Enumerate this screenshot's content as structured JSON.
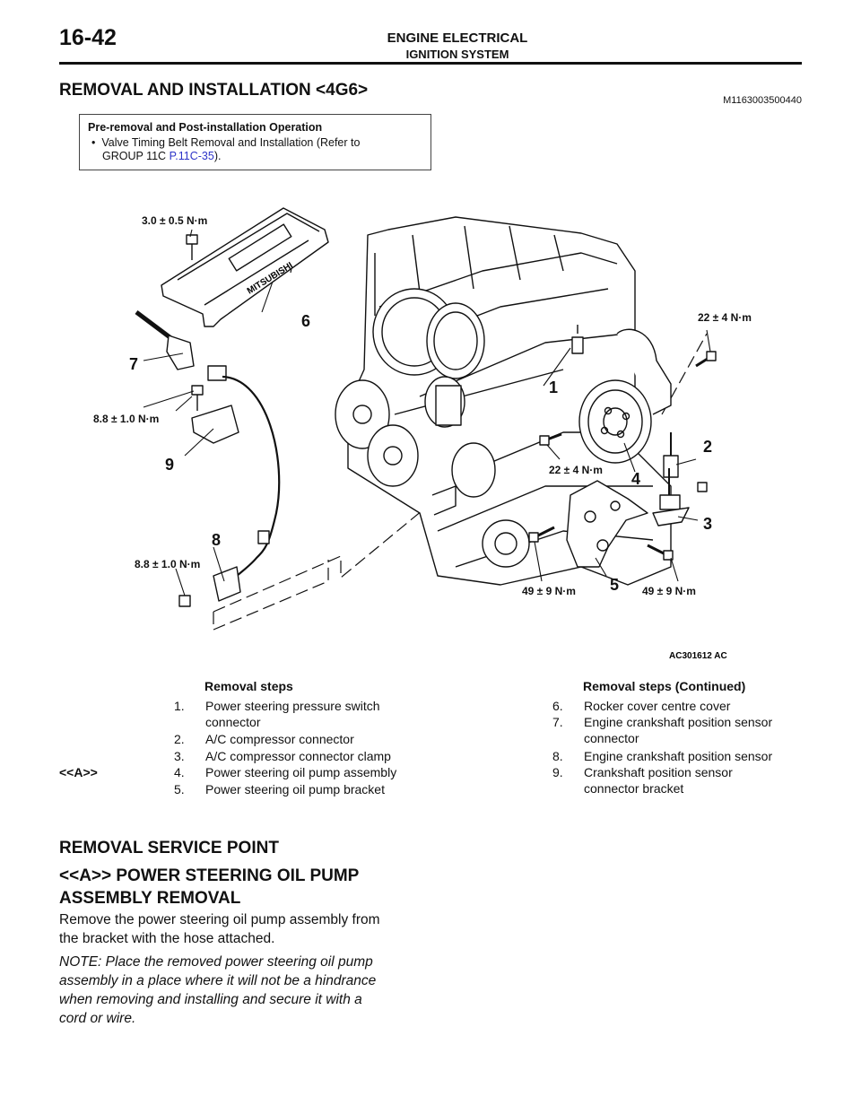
{
  "header": {
    "page_number": "16-42",
    "title": "ENGINE ELECTRICAL",
    "subtitle": "IGNITION SYSTEM"
  },
  "section": {
    "title": "REMOVAL AND INSTALLATION <4G6>",
    "code": "M1163003500440"
  },
  "pre_operation": {
    "title": "Pre-removal and Post-installation Operation",
    "bullet": "•",
    "item_line1": "Valve Timing Belt Removal and Installation (Refer to",
    "item_line2_prefix": "GROUP 11C ",
    "item_link": "P.11C-35",
    "item_line2_suffix": ")."
  },
  "figure": {
    "torque_top": "3.0 ± 0.5 N·m",
    "torque_right_top": "22 ± 4 N·m",
    "torque_left_mid": "8.8 ± 1.0 N·m",
    "torque_center": "22 ± 4 N·m",
    "torque_left_low": "8.8 ± 1.0 N·m",
    "torque_bottom_center": "49 ± 9 N·m",
    "torque_bottom_right": "49 ± 9 N·m",
    "callouts": [
      "1",
      "2",
      "3",
      "4",
      "5",
      "6",
      "7",
      "8",
      "9"
    ],
    "cover_brand": "MITSUBISHI",
    "code": "AC301612 AC"
  },
  "removal_steps": {
    "heading": "Removal steps",
    "continued_heading": "Removal steps (Continued)",
    "service_ref": "<<A>>",
    "left": [
      {
        "num": "1.",
        "line1": "Power steering pressure switch",
        "line2": "connector"
      },
      {
        "num": "2.",
        "line1": "A/C compressor connector",
        "line2": ""
      },
      {
        "num": "3.",
        "line1": "A/C compressor connector clamp",
        "line2": ""
      },
      {
        "num": "4.",
        "line1": "Power steering oil pump assembly",
        "line2": ""
      },
      {
        "num": "5.",
        "line1": "Power steering oil pump bracket",
        "line2": ""
      }
    ],
    "right": [
      {
        "num": "6.",
        "line1": "Rocker cover centre cover",
        "line2": ""
      },
      {
        "num": "7.",
        "line1": "Engine crankshaft position sensor",
        "line2": "connector"
      },
      {
        "num": "8.",
        "line1": "Engine crankshaft position sensor",
        "line2": ""
      },
      {
        "num": "9.",
        "line1": "Crankshaft position sensor",
        "line2": "connector bracket"
      }
    ]
  },
  "service_point": {
    "title": "REMOVAL SERVICE POINT",
    "sub_line1": "<<A>> POWER STEERING OIL PUMP",
    "sub_line2": "ASSEMBLY REMOVAL",
    "body_line1": "Remove the power steering oil pump assembly from",
    "body_line2": "the bracket with the hose attached.",
    "note_line1": "NOTE: Place the removed power steering oil pump",
    "note_line2": "assembly in a place where it will not be a hindrance",
    "note_line3": "when removing and installing and secure it with a",
    "note_line4": "cord or wire."
  }
}
